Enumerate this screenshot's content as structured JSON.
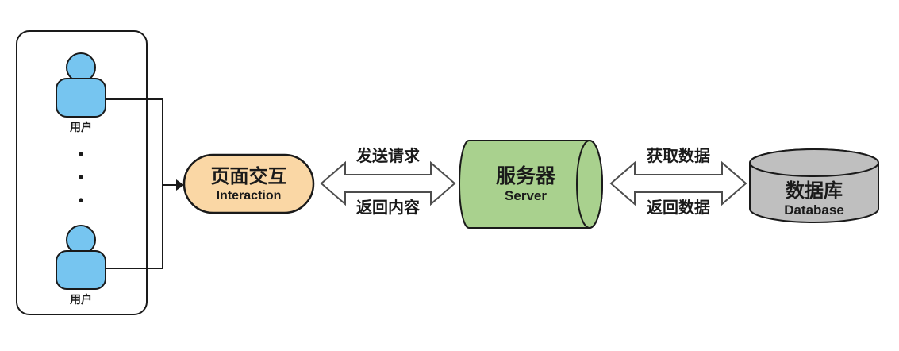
{
  "users_box": {
    "user_labels": [
      "用户",
      "用户"
    ],
    "dot_count": 3
  },
  "interaction_node": {
    "title": "页面交互",
    "subtitle": "Interaction"
  },
  "server_node": {
    "title": "服务器",
    "subtitle": "Server"
  },
  "database_node": {
    "title": "数据库",
    "subtitle": "Database"
  },
  "request_arrow": {
    "top_label": "发送请求",
    "bottom_label": "返回内容"
  },
  "data_arrow": {
    "top_label": "获取数据",
    "bottom_label": "返回数据"
  },
  "colors": {
    "user_fill": "#76C5F0",
    "interaction_fill": "#FAD7A5",
    "server_fill": "#A9D18E",
    "database_fill": "#BFBFBF",
    "arrow_fill": "#FFFFFF",
    "arrow_outline": "#4D4D4D",
    "line_color": "#1A1A1A"
  }
}
